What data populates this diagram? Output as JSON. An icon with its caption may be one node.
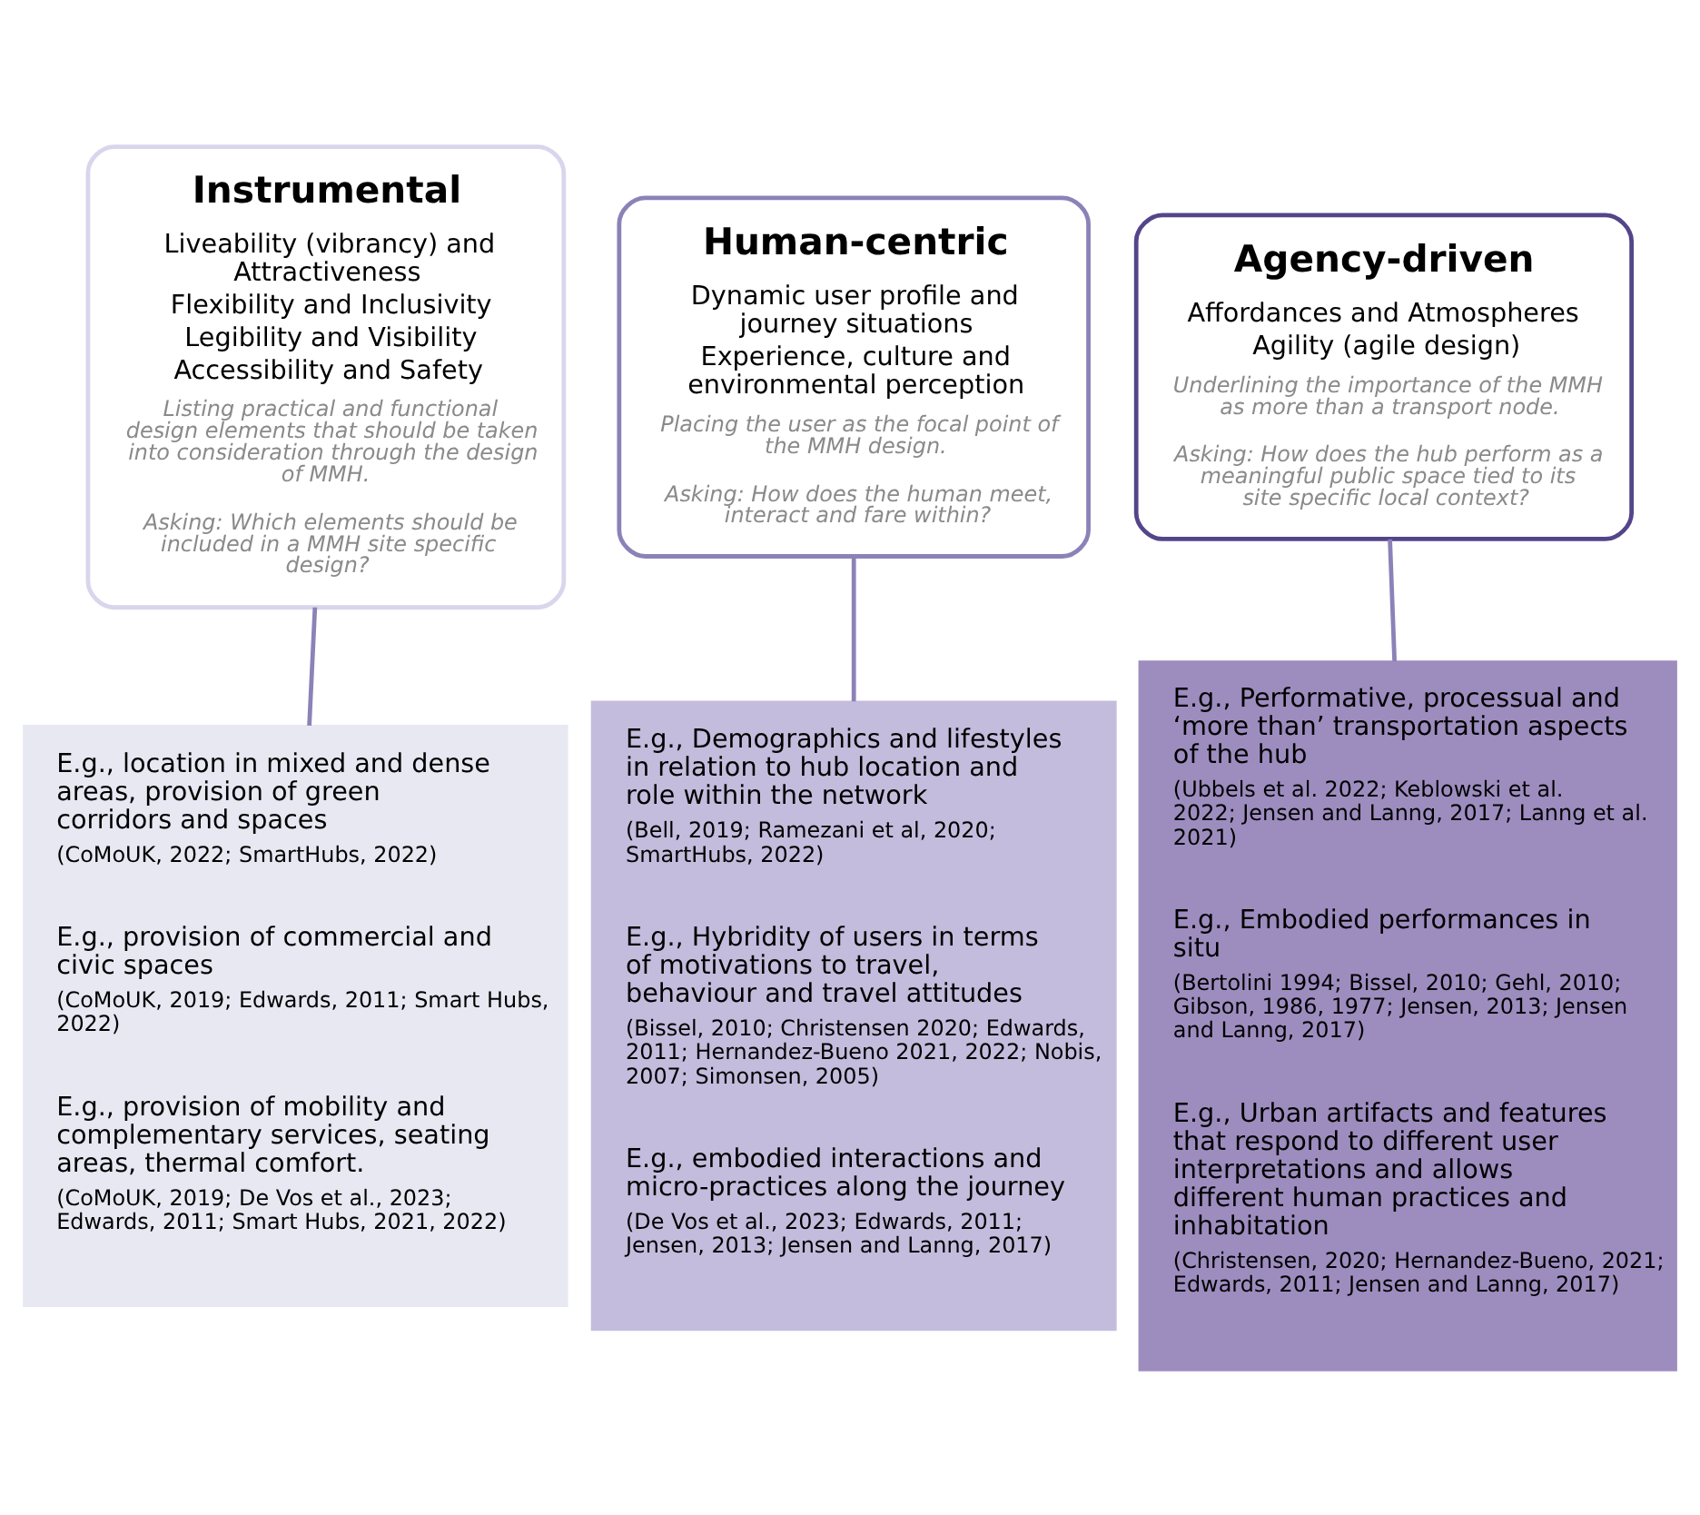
{
  "diagram": {
    "nodes": [
      {
        "text": [
          "Instrumental",
          "Liveability (vibrancy) and Attractiveness",
          "Flexibility and Inclusivity",
          "Legibility and Visibility",
          "Accessibility and Safety",
          "Listing practical and functional design elements that should be taken into consideration through the design of MMH.",
          "Asking: Which elements should be included in a MMH site specific design?"
        ]
      },
      {
        "text": [
          "Human-centric",
          "Dynamic user profile and journey situations",
          "Experience, culture and environmental perception",
          "Placing the user as the focal point of the MMH design.",
          "Asking: How does the human meet, interact and fare within?"
        ]
      },
      {
        "text": [
          "Agency-driven",
          "Affordances and Atmospheres",
          "Agility (agile design)",
          "Underlining the importance of the MMH as more than a transport node.",
          "Asking: How does the hub perform as a meaningful public space tied to its site specific local context?"
        ]
      },
      {
        "text": [
          "E.g., location in mixed and dense areas, provision of green corridors and spaces",
          "(CoMoUK, 2022; SmartHubs, 2022)",
          "E.g., provision of commercial and civic spaces",
          "(CoMoUK, 2019; Edwards, 2011; Smart Hubs, 2022)",
          "E.g., provision of mobility and complementary services, seating areas, thermal comfort.",
          "(CoMoUK, 2019; De Vos et al., 2023; Edwards, 2011; Smart Hubs, 2021, 2022)"
        ]
      },
      {
        "text": [
          "E.g., Demographics and lifestyles in relation to hub location and role within the network",
          "(Bell, 2019; Ramezani et al, 2020; SmartHubs, 2022)",
          "E.g., Hybridity of users in terms of motivations to travel, behaviour and travel attitudes",
          "(Bissel, 2010; Christensen 2020; Edwards, 2011; Hernandez-Bueno 2021, 2022; Nobis, 2007; Simonsen, 2005)",
          "E.g., embodied interactions and micro-practices along the journey",
          "(De Vos et al., 2023; Edwards, 2011; Jensen, 2013; Jensen and Lanng, 2017)"
        ]
      },
      {
        "text": [
          "E.g., Performative, processual and ‘more than’ transportation aspects of the hub",
          "(Ubbels et al. 2022; Keblowski et al. 2022; Jensen and Lanng, 2017; Lanng et al. 2021)",
          "E.g., Embodied performances in situ",
          "(Bertolini 1994; Bissel, 2010; Gehl, 2010; Gibson, 1986, 1977; Jensen, 2013; Jensen and Lanng, 2017)",
          "E.g., Urban artifacts and features that respond to different user interpretations and allows different human practices and inhabitation",
          "(Christensen, 2020; Hernandez-Bueno, 2021; Edwards, 2011; Jensen and Lanng, 2017)"
        ]
      }
    ],
    "edges": [
      {
        "from": 0,
        "to": 3,
        "arrow": "none"
      },
      {
        "from": 1,
        "to": 4,
        "arrow": "none"
      },
      {
        "from": 2,
        "to": 5,
        "arrow": "none"
      }
    ]
  }
}
